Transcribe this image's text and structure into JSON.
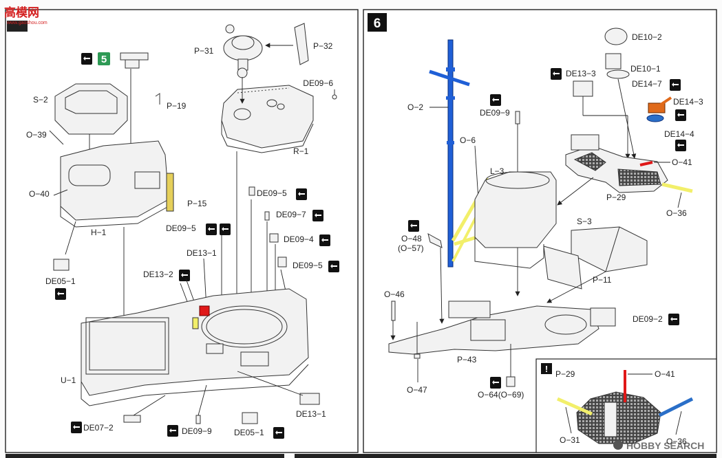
{
  "watermark_top": {
    "cn": "高模网",
    "url": "www.gaoshou.com"
  },
  "watermark_bottom": "HOBBY SEARCH",
  "panel_left": {
    "substep_number": "5",
    "labels": {
      "p31": "P−31",
      "p32": "P−32",
      "s2": "S−2",
      "p19": "P−19",
      "de09_6": "DE09−6",
      "o39": "O−39",
      "r1": "R−1",
      "o40": "O−40",
      "p15": "P−15",
      "h1": "H−1",
      "de09_5a": "DE09−5",
      "de09_7": "DE09−7",
      "de09_5b": "DE09−5",
      "de13_1a": "DE13−1",
      "de09_4": "DE09−4",
      "de09_5c": "DE09−5",
      "de13_2": "DE13−2",
      "de05_1a": "DE05−1",
      "u1": "U−1",
      "de07_2": "DE07−2",
      "de09_9": "DE09−9",
      "de05_1b": "DE05−1",
      "de13_1b": "DE13−1"
    }
  },
  "panel_right": {
    "step_number": "6",
    "labels": {
      "de10_2": "DE10−2",
      "de10_1": "DE10−1",
      "de13_3": "DE13−3",
      "de14_7": "DE14−7",
      "de14_3": "DE14−3",
      "de14_4": "DE14−4",
      "o2": "O−2",
      "de09_9": "DE09−9",
      "o6": "O−6",
      "o41": "O−41",
      "l3": "L−3",
      "p29": "P−29",
      "o36": "O−36",
      "s3": "S−3",
      "o48": "O−48",
      "o57": "(O−57)",
      "p11": "P−11",
      "o46": "O−46",
      "de09_2": "DE09−2",
      "p43": "P−43",
      "o47": "O−47",
      "o64": "O−64(O−69)"
    },
    "inset": {
      "warning": "!",
      "p29": "P−29",
      "o41": "O−41",
      "o31": "O−31",
      "o36": "O−36"
    }
  },
  "colors": {
    "mast_blue": "#1f5fd6",
    "strut_yellow": "#f2ef6a",
    "part_red": "#e01818",
    "gun_orange": "#e06a1a",
    "step_badge": "#2e9a55"
  }
}
